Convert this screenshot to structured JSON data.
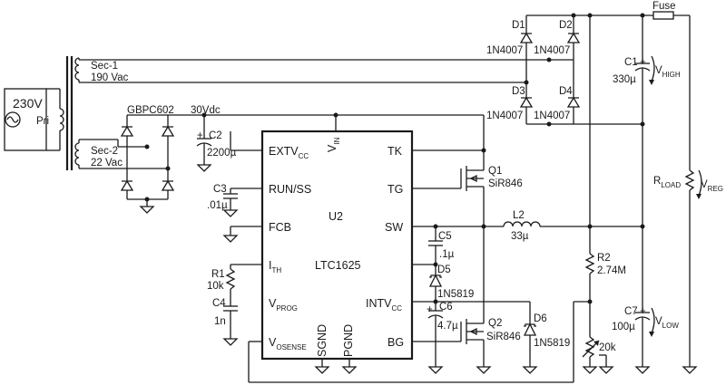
{
  "mains": {
    "voltage": "230V",
    "primary": "Pri"
  },
  "transformer": {
    "sec1_name": "Sec-1",
    "sec1_voltage": "190 Vac",
    "sec2_name": "Sec-2",
    "sec2_voltage": "22 Vac"
  },
  "bridge": {
    "part": "GBPC602",
    "rail": "30Vdc"
  },
  "c2": {
    "ref": "C2",
    "value": "2200µ"
  },
  "c3": {
    "ref": "C3",
    "value": ".01µ"
  },
  "r1": {
    "ref": "R1",
    "value": "10k"
  },
  "c4": {
    "ref": "C4",
    "value": "1n"
  },
  "ic": {
    "ref": "U2",
    "part": "LTC1625",
    "pins": {
      "extvcc": "EXTV",
      "extvcc_sub": "CC",
      "vin": "V",
      "vin_sub": "IN",
      "runss": "RUN/SS",
      "fcb": "FCB",
      "ith": "I",
      "ith_sub": "TH",
      "vprog": "V",
      "vprog_sub": "PROG",
      "vosense": "V",
      "vosense_sub": "OSENSE",
      "sgnd": "SGND",
      "pgnd": "PGND",
      "tk": "TK",
      "tg": "TG",
      "sw": "SW",
      "intvcc": "INTV",
      "intvcc_sub": "CC",
      "bg": "BG"
    }
  },
  "q1": {
    "ref": "Q1",
    "part": "SiR846"
  },
  "q2": {
    "ref": "Q2",
    "part": "SiR846"
  },
  "c5": {
    "ref": "C5",
    "value": ".1µ"
  },
  "d5": {
    "ref": "D5",
    "part": "1N5819"
  },
  "c6": {
    "ref": "C6",
    "value": "4.7µ"
  },
  "d6": {
    "ref": "D6",
    "part": "1N5819"
  },
  "l2": {
    "ref": "L2",
    "value": "33µ"
  },
  "diodes": {
    "d1": "D1",
    "d2": "D2",
    "d3": "D3",
    "d4": "D4",
    "part": "1N4007"
  },
  "fuse": "Fuse",
  "c1": {
    "ref": "C1",
    "value": "330µ",
    "label": "V",
    "label_sub": "HIGH"
  },
  "rload": {
    "name": "R",
    "name_sub": "LOAD",
    "label": "V",
    "label_sub": "REG"
  },
  "r2": {
    "ref": "R2",
    "value": "2.74M"
  },
  "c7": {
    "ref": "C7",
    "value": "100µ",
    "label": "V",
    "label_sub": "LOW"
  },
  "pot": {
    "value": "20k"
  }
}
